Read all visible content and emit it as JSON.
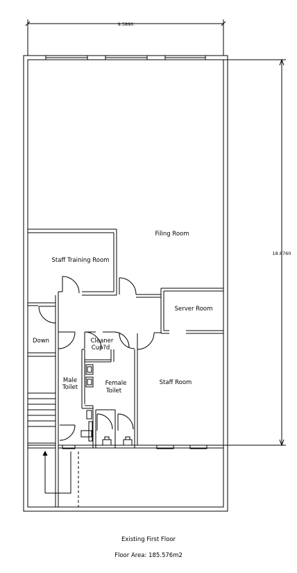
{
  "drawing": {
    "title": "Existing First Floor",
    "floor_area": "Floor Area:  185.576m2"
  },
  "dimensions": {
    "width": "9.5890",
    "height": "18.8760"
  },
  "rooms": {
    "filing": "Filing Room",
    "staff_training": "Staff Training Room",
    "server": "Server Room",
    "down": "Down",
    "cleaner_line1": "Cleaner",
    "cleaner_line2": "Cup?d",
    "male_line1": "Male",
    "male_line2": "Toilet",
    "female_line1": "Female",
    "female_line2": "Toilet",
    "staff": "Staff Room"
  }
}
